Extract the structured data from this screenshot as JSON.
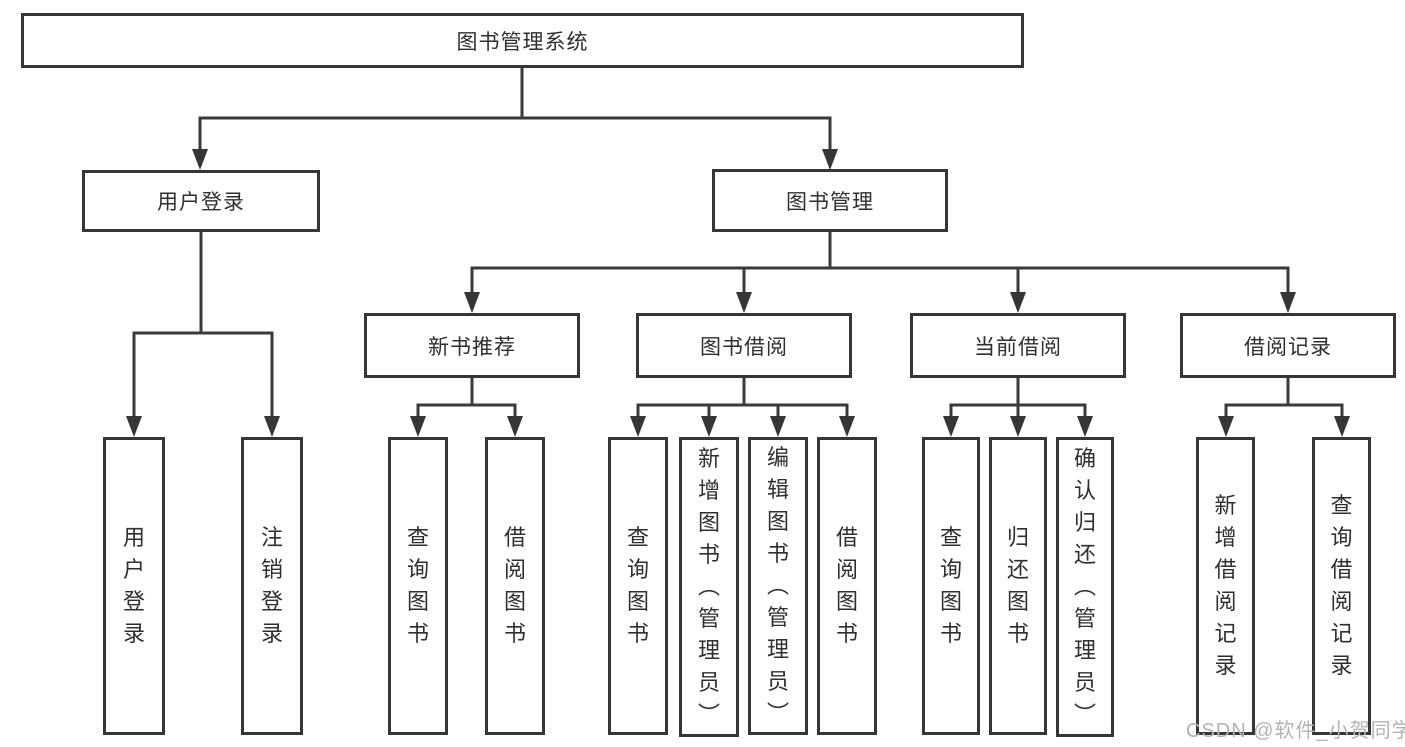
{
  "diagram": {
    "title": "图书管理系统",
    "watermark": "CSDN @软件_小贺同学",
    "colors": {
      "line": "#3a3a3a",
      "box_border": "#363636",
      "text": "#2f2f2f",
      "watermark": "#b3b3b3",
      "background": "#ffffff"
    },
    "nodes": {
      "root": {
        "label": "图书管理系统"
      },
      "user_login": {
        "label": "用户登录"
      },
      "book_mgmt": {
        "label": "图书管理"
      },
      "new_book_rec": {
        "label": "新书推荐"
      },
      "book_borrow": {
        "label": "图书借阅"
      },
      "current_borrow": {
        "label": "当前借阅"
      },
      "borrow_records": {
        "label": "借阅记录"
      },
      "login_leaf": {
        "label": "用户登录"
      },
      "logout_leaf": {
        "label": "注销登录"
      },
      "rec_query_book": {
        "label": "查询图书"
      },
      "rec_borrow_book": {
        "label": "借阅图书"
      },
      "bb_query_book": {
        "label": "查询图书"
      },
      "bb_add_book": {
        "label": "新增图书（管理员）"
      },
      "bb_edit_book": {
        "label": "编辑图书（管理员）"
      },
      "bb_borrow_book": {
        "label": "借阅图书"
      },
      "cb_query_book": {
        "label": "查询图书"
      },
      "cb_return_book": {
        "label": "归还图书"
      },
      "cb_confirm_return": {
        "label": "确认归还（管理员）"
      },
      "br_add_record": {
        "label": "新增借阅记录"
      },
      "br_query_record": {
        "label": "查询借阅记录"
      }
    },
    "tree": {
      "root": [
        "user_login",
        "book_mgmt"
      ],
      "user_login": [
        "login_leaf",
        "logout_leaf"
      ],
      "book_mgmt": [
        "new_book_rec",
        "book_borrow",
        "current_borrow",
        "borrow_records"
      ],
      "new_book_rec": [
        "rec_query_book",
        "rec_borrow_book"
      ],
      "book_borrow": [
        "bb_query_book",
        "bb_add_book",
        "bb_edit_book",
        "bb_borrow_book"
      ],
      "current_borrow": [
        "cb_query_book",
        "cb_return_book",
        "cb_confirm_return"
      ],
      "borrow_records": [
        "br_add_record",
        "br_query_record"
      ]
    }
  }
}
